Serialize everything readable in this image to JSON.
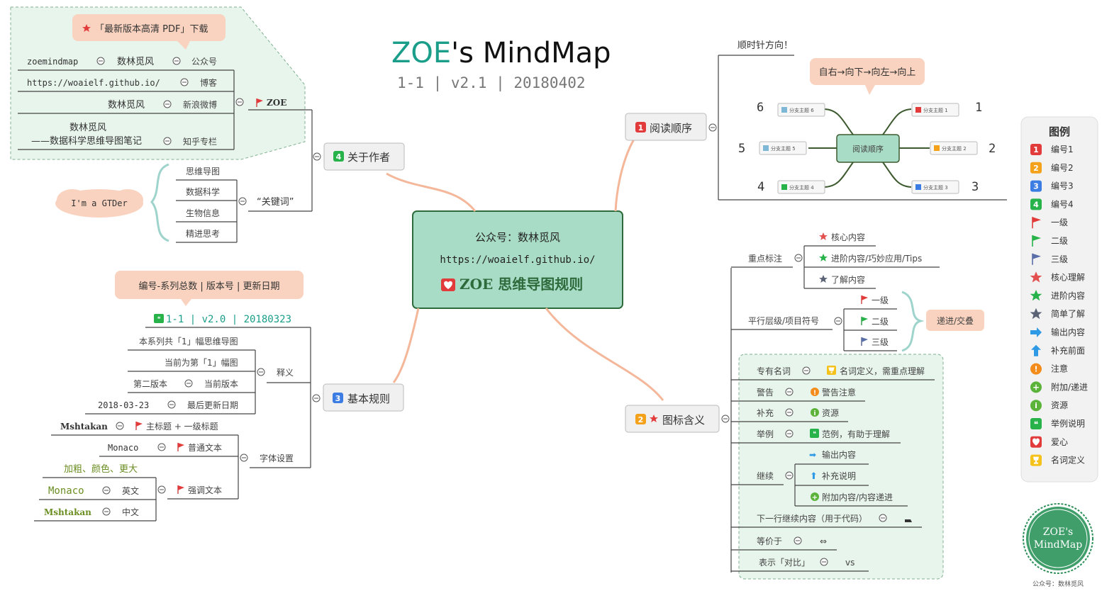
{
  "title": {
    "main": "ZOE's MindMap",
    "zoe_part": "ZOE",
    "rest_part": "'s MindMap",
    "subtitle": "1-1  |  v2.1  |  20180402"
  },
  "colors": {
    "accent_teal": "#1a9e8a",
    "peach": "#f9d3bf",
    "center_fill": "#a9dcc6",
    "mint": "#e8f5ec"
  },
  "center": {
    "line1": "公众号：数林觅风",
    "line2": "https://woaielf.github.io/",
    "line3": "ZOE 思维导图规则"
  },
  "about": {
    "label": "关于作者",
    "pdf_callout": "「最新版本高清 PDF」下载",
    "zoe_label": "ZOE",
    "rows": [
      {
        "value": "zoemindmap",
        "mid": "数林觅风",
        "tag": "公众号"
      },
      {
        "value": "https://woaielf.github.io/",
        "tag": "博客"
      },
      {
        "value": "数林觅风",
        "tag": "新浪微博"
      },
      {
        "value": "数林觅风",
        "value2": "——数据科学思维导图笔记",
        "tag": "知乎专栏"
      }
    ],
    "keywords_label": "“关键词”",
    "keywords": [
      "思维导图",
      "数据科学",
      "生物信息",
      "精进思考"
    ],
    "gtder": "I'm a GTDer"
  },
  "reading": {
    "label": "阅读顺序",
    "clockwise": "顺时针方向！",
    "direction": "自右→向下→向左→向上",
    "center": "阅读顺序",
    "branches": [
      {
        "label": "分支主题 1",
        "num": "1"
      },
      {
        "label": "分支主题 2",
        "num": "2"
      },
      {
        "label": "分支主题 3",
        "num": "3"
      },
      {
        "label": "分支主题 4",
        "num": "4"
      },
      {
        "label": "分支主题 5",
        "num": "5"
      },
      {
        "label": "分支主题 6",
        "num": "6"
      }
    ]
  },
  "basic": {
    "label": "基本规则",
    "callout": "编号-系列总数  |  版本号  |  更新日期",
    "version_line": "1-1  |  v2.0  |  20180323",
    "explain_label": "释义",
    "explain": [
      {
        "value": "本系列共「1」幅思维导图"
      },
      {
        "value": "当前为第「1」幅图"
      },
      {
        "value": "第二版本",
        "tag": "当前版本"
      },
      {
        "value": "2018-03-23",
        "tag": "最后更新日期"
      }
    ],
    "font_label": "字体设置",
    "fonts": {
      "main": {
        "font": "Mshtakan",
        "desc": "主标题 + 一级标题"
      },
      "normal": {
        "font": "Monaco",
        "desc": "普通文本"
      },
      "emph_note": "加粗、颜色、更大",
      "emph": "强调文本",
      "en": {
        "font": "Monaco",
        "desc": "英文"
      },
      "zh": {
        "font": "Mshtakan",
        "desc": "中文"
      }
    }
  },
  "icons": {
    "label": "图标含义",
    "key_label": "重点标注",
    "key_items": [
      "核心内容",
      "进阶内容/巧妙应用/Tips",
      "了解内容"
    ],
    "level_label": "平行层级/项目符号",
    "levels": [
      "一级",
      "二级",
      "三级"
    ],
    "progressive": "递进/交叠",
    "rows": [
      {
        "name": "专有名词",
        "desc": "名词定义，需重点理解"
      },
      {
        "name": "警告",
        "desc": "警告注意"
      },
      {
        "name": "补充",
        "desc": "资源"
      },
      {
        "name": "举例",
        "desc": "范例，有助于理解"
      }
    ],
    "continue_label": "继续",
    "continue_items": [
      "输出内容",
      "补充说明",
      "附加内容/内容递进"
    ],
    "nextline": "下一行继续内容（用于代码）",
    "equal": {
      "name": "等价于",
      "sym": "⇔"
    },
    "compare": {
      "name": "表示「对比」",
      "sym": "vs"
    }
  },
  "legend": {
    "title": "图例",
    "items": [
      {
        "icon": "num-1-icon",
        "label": "编号1",
        "color": "#e23b3b",
        "glyph": "1"
      },
      {
        "icon": "num-2-icon",
        "label": "编号2",
        "color": "#f4a21b",
        "glyph": "2"
      },
      {
        "icon": "num-3-icon",
        "label": "编号3",
        "color": "#3b7de2",
        "glyph": "3"
      },
      {
        "icon": "num-4-icon",
        "label": "编号4",
        "color": "#27b34a",
        "glyph": "4"
      },
      {
        "icon": "flag-red-icon",
        "label": "一级",
        "color": "#e23b3b"
      },
      {
        "icon": "flag-green-icon",
        "label": "二级",
        "color": "#27b34a"
      },
      {
        "icon": "flag-blue-icon",
        "label": "三级",
        "color": "#5a6fa8"
      },
      {
        "icon": "star-red-icon",
        "label": "核心理解",
        "color": "#e25050"
      },
      {
        "icon": "star-green-icon",
        "label": "进阶内容",
        "color": "#27b34a"
      },
      {
        "icon": "star-gray-icon",
        "label": "简单了解",
        "color": "#5a6275"
      },
      {
        "icon": "arrow-right-icon",
        "label": "输出内容",
        "color": "#2e9ae6"
      },
      {
        "icon": "arrow-up-icon",
        "label": "补充前面",
        "color": "#2e9ae6"
      },
      {
        "icon": "warning-icon",
        "label": "注意",
        "color": "#f48c1b"
      },
      {
        "icon": "plus-icon",
        "label": "附加/递进",
        "color": "#5bb33a"
      },
      {
        "icon": "info-icon",
        "label": "资源",
        "color": "#5bb33a"
      },
      {
        "icon": "quote-icon",
        "label": "举例说明",
        "color": "#27b34a"
      },
      {
        "icon": "heart-icon",
        "label": "爱心",
        "color": "#e23b3b"
      },
      {
        "icon": "trophy-icon",
        "label": "名词定义",
        "color": "#f4c21b"
      }
    ]
  },
  "seal": {
    "line1": "ZOE's",
    "line2": "MindMap",
    "caption": "公众号：数林觅风"
  }
}
